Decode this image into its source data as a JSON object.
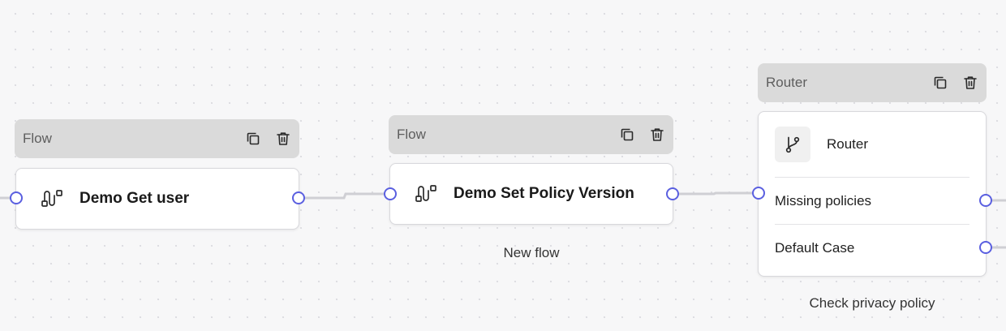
{
  "nodes": {
    "get_user": {
      "header_label": "Flow",
      "label": "Demo Get user",
      "icon": "flow-icon"
    },
    "set_policy": {
      "header_label": "Flow",
      "label": "Demo Set Policy Version",
      "caption": "New flow",
      "icon": "flow-icon"
    },
    "router": {
      "header_label": "Router",
      "label": "Router",
      "icon": "git-branch-icon",
      "routes": [
        {
          "label": "Missing policies"
        },
        {
          "label": "Default Case"
        }
      ],
      "caption": "Check privacy policy"
    }
  },
  "header_actions": [
    {
      "icon": "copy-icon"
    },
    {
      "icon": "trash-icon"
    }
  ],
  "colors": {
    "handle_stroke": "#5a5fe0",
    "edge": "#cfcfd4",
    "header_bg": "#dadada",
    "canvas_bg": "#f7f7f8"
  }
}
